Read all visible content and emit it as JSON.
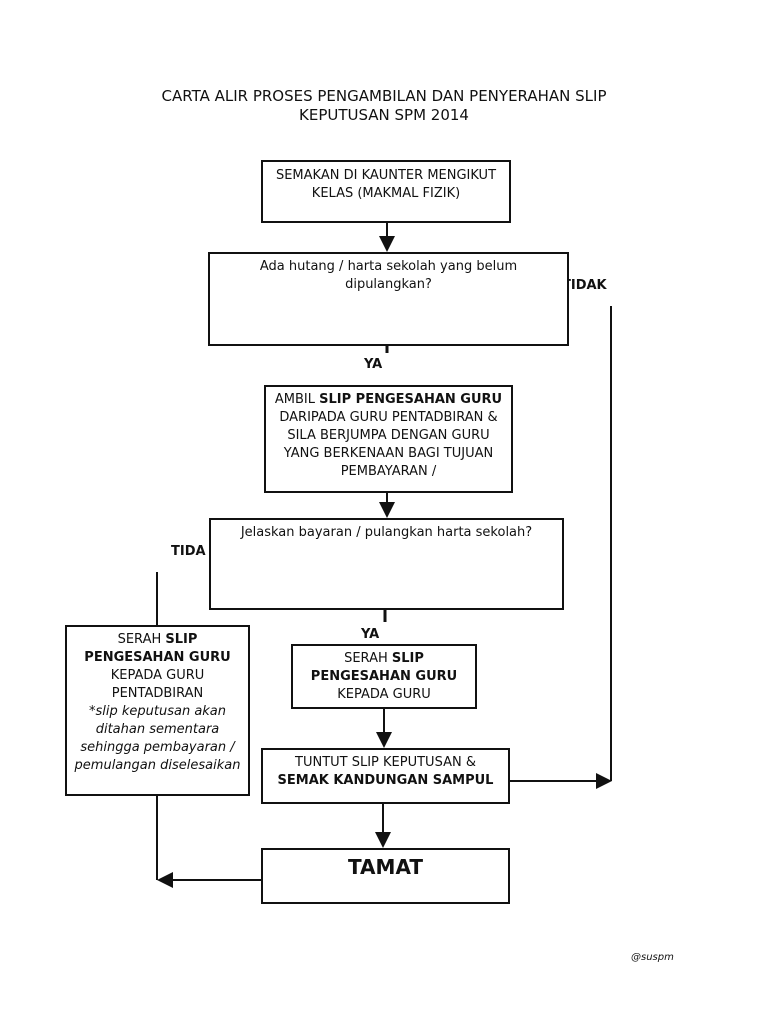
{
  "title": {
    "line1": "CARTA ALIR PROSES PENGAMBILAN DAN PENYERAHAN SLIP",
    "line2": "KEPUTUSAN SPM 2014"
  },
  "nodes": {
    "semakan": "SEMAKAN DI KAUNTER MENGIKUT KELAS (MAKMAL FIZIK)",
    "hutang_question": "Ada hutang / harta sekolah yang belum dipulangkan?",
    "ambil": {
      "pre": "AMBIL ",
      "bold": "SLIP PENGESAHAN GURU",
      "post": " DARIPADA GURU PENTADBIRAN & SILA BERJUMPA DENGAN GURU YANG BERKENAAN BAGI TUJUAN PEMBAYARAN /"
    },
    "jelaskan_question": "Jelaskan bayaran / pulangkan harta sekolah?",
    "serah_pentadbiran": {
      "pre": "SERAH ",
      "bold": "SLIP PENGESAHAN GURU",
      "post": " KEPADA GURU PENTADBIRAN",
      "note": "*slip keputusan akan ditahan sementara sehingga pembayaran / pemulangan diselesaikan"
    },
    "serah_guru": {
      "pre": "SERAH ",
      "bold": "SLIP PENGESAHAN GURU",
      "post": " KEPADA GURU"
    },
    "tuntut": {
      "pre": "TUNTUT SLIP KEPUTUSAN & ",
      "bold": "SEMAK KANDUNGAN SAMPUL"
    },
    "tamat": "TAMAT"
  },
  "labels": {
    "tidak1": "TIDAK",
    "ya1": "YA",
    "tidak2": "TIDA",
    "ya2": "YA"
  },
  "footer": "@suspm"
}
